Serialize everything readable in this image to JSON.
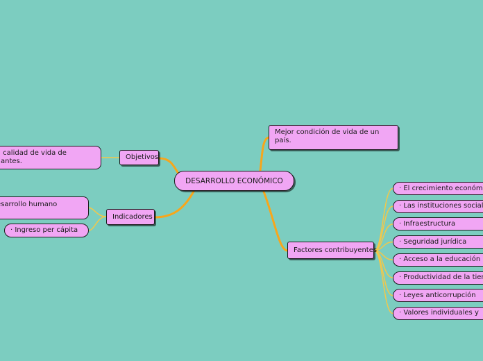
{
  "colors": {
    "background": "#7ccdc0",
    "node_fill": "#f1a6f4",
    "main_branch": "#f7a61c",
    "sub_branch": "#f2c84a"
  },
  "central": {
    "label": "DESARROLLO ECONÓMICO"
  },
  "objetivos": {
    "label": "Objetivos",
    "leaf": " calidad de vida de\nantes."
  },
  "indicadores": {
    "label": "Indicadores",
    "leaf_1": "esarrollo humano",
    "leaf_2": "· Ingreso per cápita"
  },
  "mejor": {
    "label": "Mejor condición de vida de un\npaís."
  },
  "factores": {
    "label": "Factores contribuyentes",
    "items": [
      "· El crecimiento económi",
      "· Las instituciones sociale",
      "· Infraestructura",
      "· Seguridad jurídica",
      "· Acceso a la educación",
      "· Productividad de la tier",
      "· Leyes anticorrupción",
      "· Valores individuales y"
    ]
  }
}
